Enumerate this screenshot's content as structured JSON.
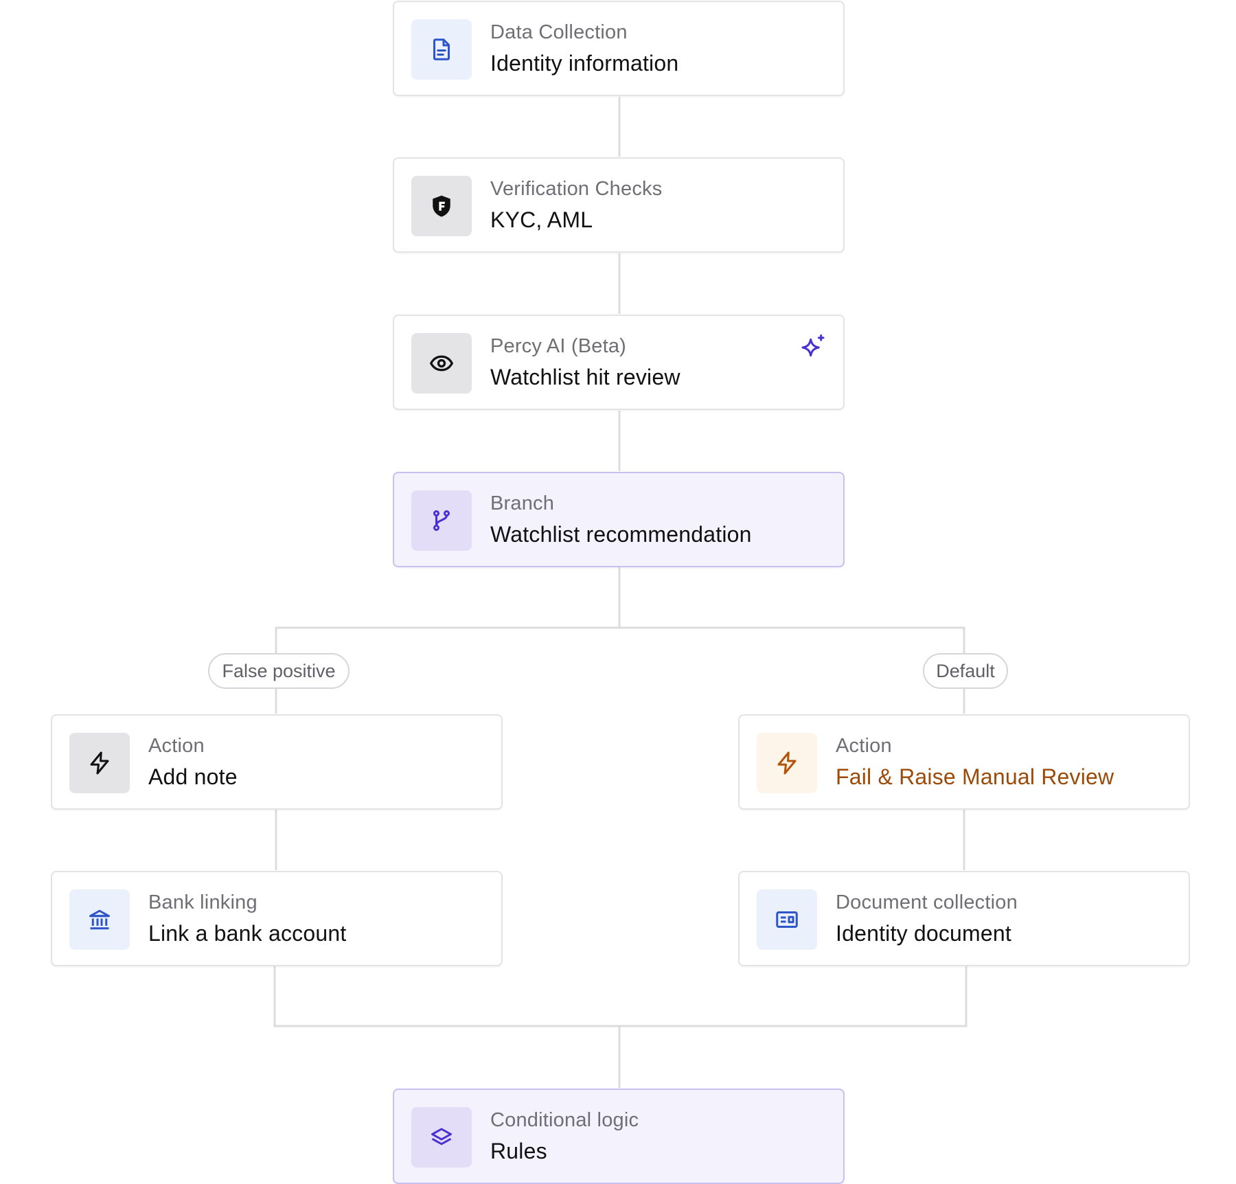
{
  "colors": {
    "connector": "#dcdcdf",
    "card_border": "#e3e3e6",
    "accent_purple": "#4b2fd3",
    "accent_blue": "#2e55c8",
    "accent_orange": "#9c4a08"
  },
  "nodes": {
    "data_collection": {
      "label": "Data Collection",
      "value": "Identity information",
      "icon": "document-icon"
    },
    "verification": {
      "label": "Verification Checks",
      "value": "KYC, AML",
      "icon": "shield-icon"
    },
    "percy": {
      "label": "Percy AI (Beta)",
      "value": "Watchlist hit review",
      "icon": "eye-icon",
      "badge_icon": "sparkle-icon"
    },
    "branch": {
      "label": "Branch",
      "value": "Watchlist recommendation",
      "icon": "branch-icon"
    },
    "action_left": {
      "label": "Action",
      "value": "Add note",
      "icon": "lightning-icon"
    },
    "action_right": {
      "label": "Action",
      "value": "Fail & Raise Manual Review",
      "icon": "lightning-icon"
    },
    "bank": {
      "label": "Bank linking",
      "value": "Link a bank account",
      "icon": "bank-icon"
    },
    "document": {
      "label": "Document collection",
      "value": "Identity document",
      "icon": "id-card-icon"
    },
    "conditional": {
      "label": "Conditional logic",
      "value": "Rules",
      "icon": "layers-icon"
    }
  },
  "branches": {
    "left": "False positive",
    "right": "Default"
  }
}
